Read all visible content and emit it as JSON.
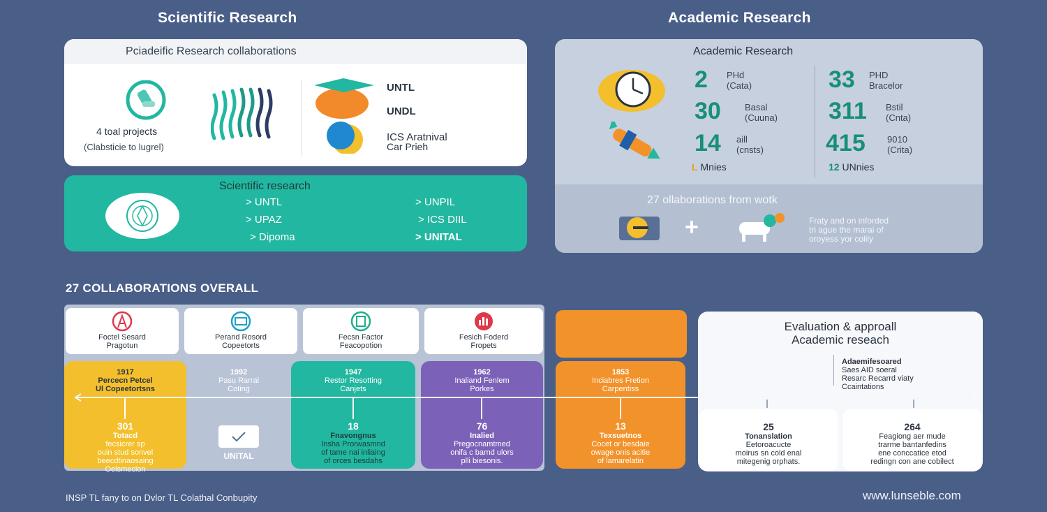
{
  "headers": {
    "left": "Scientific Research",
    "right": "Academic Research"
  },
  "collab_card": {
    "title": "Pciadeific Research collaborations",
    "projects_label": "4 toal projects",
    "projects_sub": "(Clabsticie to lugrel)",
    "items": [
      "UNTL",
      "UNDL",
      "ICS Aratnival",
      "Car Prieh"
    ]
  },
  "sci_card": {
    "title": "Scientific research",
    "left_items": [
      "> UNTL",
      "> UPAZ",
      "> Dipoma"
    ],
    "right_items": [
      "> UNPIL",
      "> ICS DIIL",
      "> UNITAL"
    ]
  },
  "academic_card": {
    "title": "Academic Research",
    "stats": [
      {
        "value": "2",
        "top": "PHd",
        "bottom": "(Cata)"
      },
      {
        "value": "33",
        "top": "PHD",
        "bottom": "Bracelor"
      },
      {
        "value": "30",
        "top": "Basal",
        "bottom": "(Cuuna)"
      },
      {
        "value": "311",
        "top": "Bstil",
        "bottom": "(Cnta)"
      },
      {
        "value": "14",
        "top": "aill",
        "bottom": "(cnsts)"
      },
      {
        "value": "415",
        "top": "9010",
        "bottom": "(Crita)"
      }
    ],
    "foot_left_prefix": "L",
    "foot_left": "Mnies",
    "foot_right_prefix": "12",
    "foot_right": "UNnies",
    "collab_text": "27 ollaborations from wotk",
    "plus": "+",
    "desc": [
      "Fraty and on inforded",
      "tri ague the marai of",
      "oroyess yor colily"
    ]
  },
  "overall_title": "27 COLLABORATIONS OVERALL",
  "timeline_tops": [
    {
      "l1": "Foctel Sesard",
      "l2": "Pragotun",
      "color": "#e0384a"
    },
    {
      "l1": "Perand Rosord",
      "l2": "Copeetorts",
      "color": "#1f9fc7"
    },
    {
      "l1": "Fecsn Factor",
      "l2": "Feacopotion",
      "color": "#1fae8c"
    },
    {
      "l1": "Fesich Foderd",
      "l2": "Fropets",
      "color": "#e0384a"
    }
  ],
  "timeline_cols": [
    {
      "year": "1917",
      "l1": "Percecn Petcel",
      "l2": "Ul Copeetortsns",
      "num": "301",
      "n1": "Totacd",
      "b1": "fecsicrer sp",
      "b2": "ouin stud sonvel",
      "b3": "beecdtinaosaing",
      "b4": "Oelsmecion",
      "color": "#f3bf2c"
    },
    {
      "year": "1992",
      "l1": "Pasu Rarral",
      "l2": "Coting",
      "label": "UNITAL",
      "color": "#b9c3d6"
    },
    {
      "year": "1947",
      "l1": "Restor Resotting",
      "l2": "Canjets",
      "num": "18",
      "n1": "Fnavongnus",
      "b1": "Insha Prorwasmnd",
      "b2": "of tame nai inliaing",
      "b3": "of orces besdahs",
      "color": "#22b7a0"
    },
    {
      "year": "1962",
      "l1": "Inaliand Fenlem",
      "l2": "Porkes",
      "num": "76",
      "n1": "Inalied",
      "b1": "Pregocnamtmed",
      "b2": "onifa c barnd ulors",
      "b3": "plli biesonis.",
      "color": "#7b62b8"
    },
    {
      "year": "1853",
      "l1": "Inciabres Fretion",
      "l2": "Carpentiss",
      "num": "13",
      "n1": "Texsuetnos",
      "b1": "Cocet or besdaie",
      "b2": "owage onis acitie",
      "b3": "of lamarelatin",
      "color": "#f2922a"
    }
  ],
  "eval_card": {
    "title1": "Evaluation & approall",
    "title2": "Academic reseach",
    "sub_title": "Adaemifesoared",
    "sub1": "Saes AID soeral",
    "sub2": "Resarc Recarrd viaty",
    "sub3": "Ccaintations",
    "boxes": [
      {
        "num": "25",
        "title": "Tonanslation",
        "l1": "Eetoroacucte",
        "l2": "moirus sn cold enal",
        "l3": "mitegenig orphats."
      },
      {
        "num": "264",
        "title": "",
        "l1": "Feagiong aer mude",
        "l2": "trarme bantanfedins",
        "l3": "ene conccatice etod",
        "l4": "redingn con ane cobilect"
      }
    ]
  },
  "footer": {
    "left": "INSP TL fany to on Dvlor TL Colathal Conbupity",
    "right": "www.lunseble.com"
  }
}
